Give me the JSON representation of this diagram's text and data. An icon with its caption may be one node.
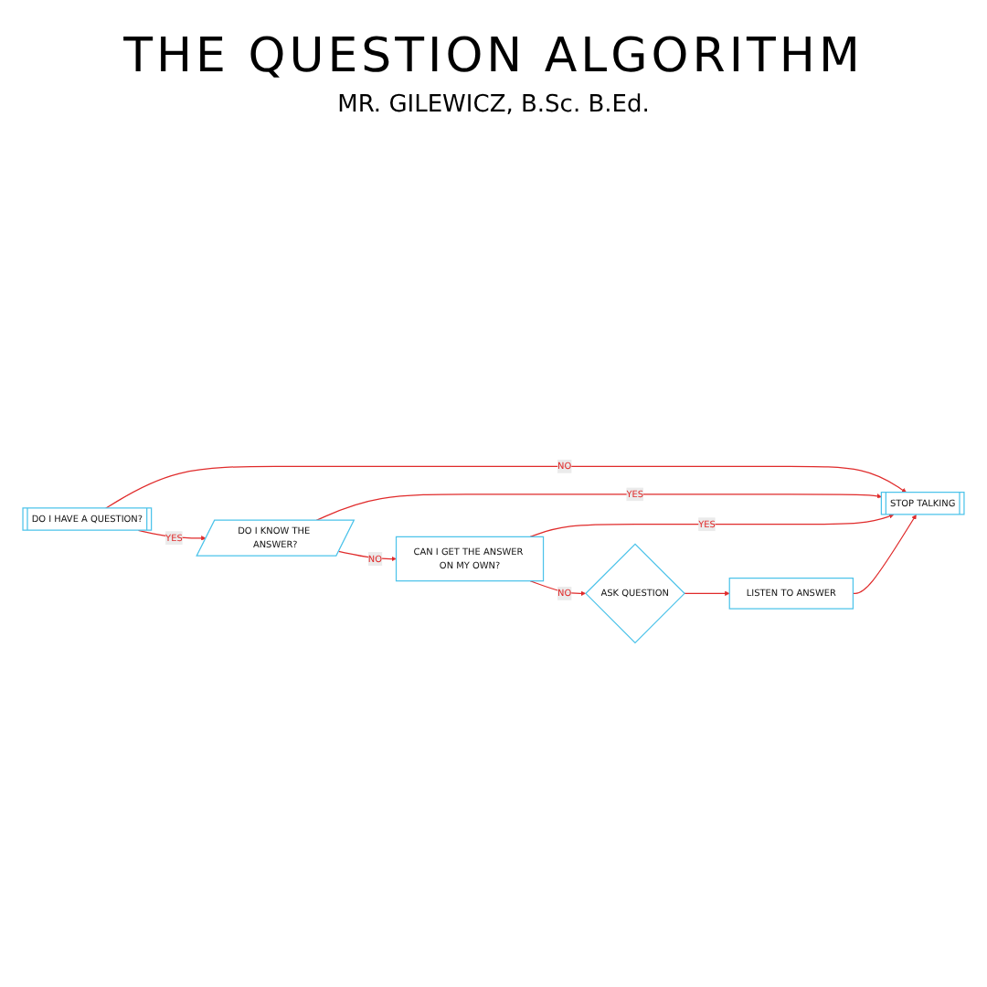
{
  "diagram": {
    "title": "THE QUESTION ALGORITHM",
    "nodes": [
      {
        "text": [
          "DO I HAVE A QUESTION?"
        ]
      },
      {
        "text": [
          "DO I KNOW THE ANSWER?"
        ]
      },
      {
        "text": [
          "CAN I GET THE ANSWER ON MY OWN?"
        ]
      },
      {
        "text": [
          "ASK QUESTION"
        ]
      },
      {
        "text": [
          "STOP TALKING"
        ]
      },
      {
        "text": [
          "LISTEN TO ANSWER"
        ]
      }
    ],
    "edges": [
      {
        "from": 0,
        "to": 1,
        "arrow": "to",
        "label": "YES"
      },
      {
        "from": 1,
        "to": 2,
        "arrow": "to",
        "label": "NO"
      },
      {
        "from": 2,
        "to": 3,
        "arrow": "to",
        "label": "NO"
      },
      {
        "from": 0,
        "to": 4,
        "arrow": "to",
        "label": "NO"
      },
      {
        "from": 1,
        "to": 4,
        "arrow": "to",
        "label": "YES"
      },
      {
        "from": 2,
        "to": 4,
        "arrow": "to",
        "label": "YES"
      },
      {
        "from": 3,
        "to": 5,
        "arrow": "to"
      },
      {
        "from": 5,
        "to": 4,
        "arrow": "to"
      }
    ],
    "labels": [
      "MR. GILEWICZ, B.Sc. B.Ed."
    ]
  }
}
